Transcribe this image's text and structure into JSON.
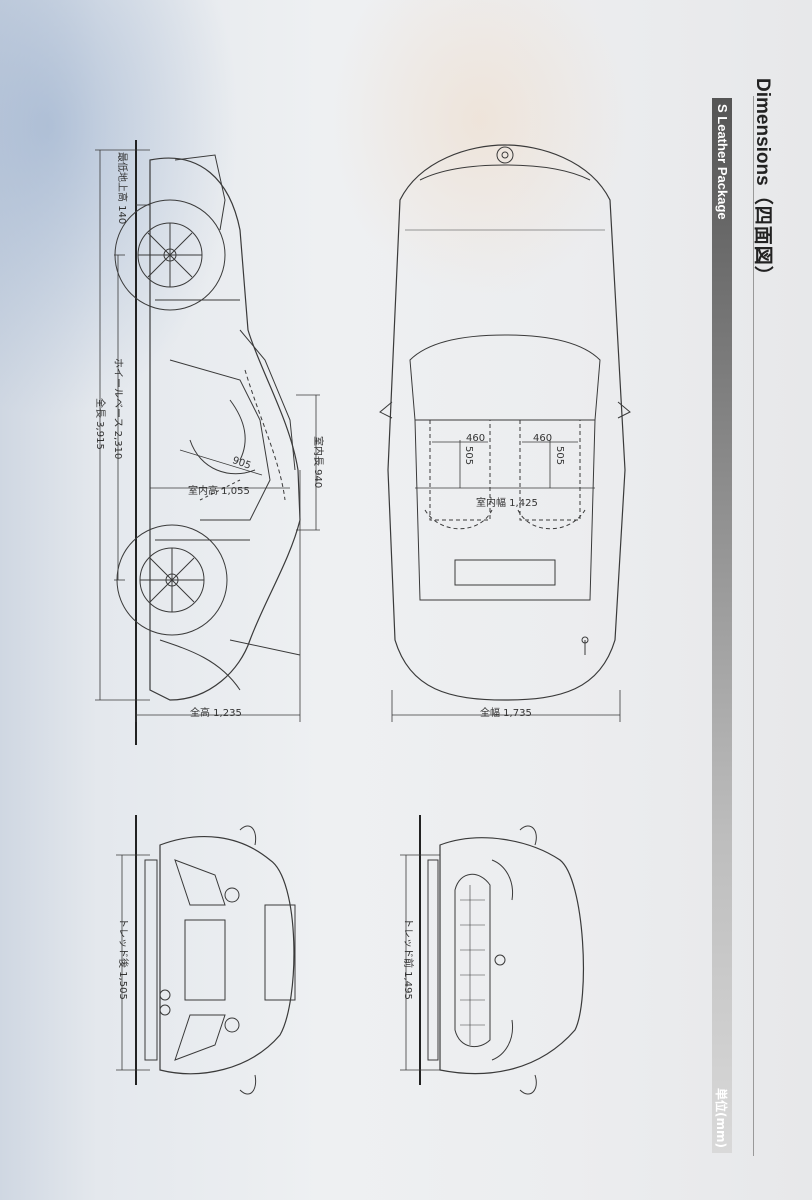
{
  "header": {
    "title": "Dimensions",
    "title_jp": "（四面図）",
    "section": "S Leather Package",
    "unit": "単位(mm)"
  },
  "side_view": {
    "ground_clearance": "最低地上高 140",
    "wheelbase": "ホイールベース 2,310",
    "length": "全長 3,915",
    "interior_length": "室内長 940",
    "interior_height": "室内高 1,055",
    "dim_905": "905",
    "height": "全高 1,235"
  },
  "top_view": {
    "seat_width_left": "460",
    "seat_width_right": "460",
    "seat_depth_left": "505",
    "seat_depth_right": "505",
    "interior_width": "室内幅 1,425",
    "width": "全幅 1,735"
  },
  "rear_view": {
    "rear_tread": "トレッド後 1,505"
  },
  "front_view": {
    "front_tread": "トレッド前 1,495"
  },
  "colors": {
    "line": "#3a3a3a",
    "bar_dark": "#555555",
    "paper": "#eceef0"
  }
}
